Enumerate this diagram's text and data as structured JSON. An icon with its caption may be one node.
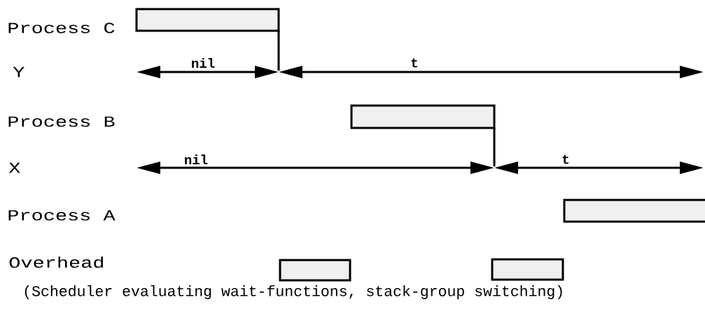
{
  "diagram": {
    "caption": "(Scheduler evaluating wait-functions, stack-group switching)",
    "nodes": [
      {
        "text": [],
        "shape": "bar"
      },
      {
        "text": [],
        "shape": "bar"
      },
      {
        "text": [],
        "shape": "bar"
      },
      {
        "text": [],
        "shape": "bar"
      },
      {
        "text": [],
        "shape": "bar"
      }
    ],
    "labels": [
      "Process C",
      "Y",
      "Process B",
      "X",
      "Process A",
      "Overhead",
      "nil",
      "t",
      "nil",
      "t"
    ]
  }
}
